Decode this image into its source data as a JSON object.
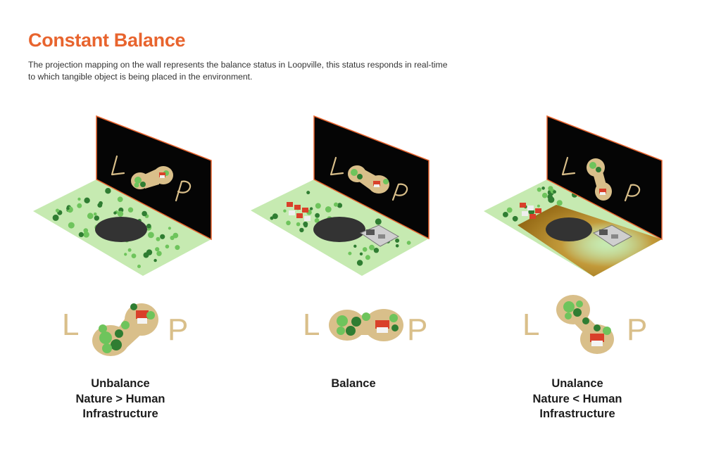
{
  "header": {
    "title": "Constant Balance",
    "description": "The projection mapping on the wall represents the balance status in Loopville, this status responds in real-time to which tangible object is being placed in the environment."
  },
  "colors": {
    "accent": "#e8642e",
    "wall": "#050505",
    "wall_edge": "#e8642e",
    "grass": "#c6eab1",
    "tree_light": "#6ec45c",
    "tree_dark": "#2f7d32",
    "loop_tan": "#d9bf8a",
    "hole": "#333333",
    "polluted": "#b07d1d",
    "roof": "#d9402a"
  },
  "panels": [
    {
      "caption": [
        "Unbalance",
        "Nature > Human",
        "Infrastructure"
      ],
      "logo_letters": [
        "L",
        "P"
      ],
      "state": "nature"
    },
    {
      "caption": [
        "Balance"
      ],
      "logo_letters": [
        "L",
        "P"
      ],
      "state": "balanced"
    },
    {
      "caption": [
        "Unalance",
        "Nature < Human",
        "Infrastructure"
      ],
      "logo_letters": [
        "L",
        "P"
      ],
      "state": "human"
    }
  ]
}
